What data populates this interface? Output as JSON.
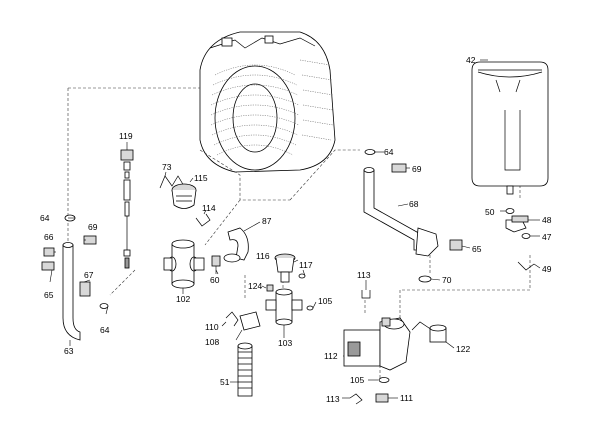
{
  "labels": {
    "l42": "42",
    "l119": "119",
    "l73": "73",
    "l115": "115",
    "l64a": "64",
    "l69a": "69",
    "l64b": "64",
    "l69b": "69",
    "l68": "68",
    "l50": "50",
    "l48": "48",
    "l47": "47",
    "l49": "49",
    "l114": "114",
    "l87": "87",
    "l66": "66",
    "l65a": "65",
    "l67": "67",
    "l65b": "65",
    "l116": "116",
    "l117": "117",
    "l113a": "113",
    "l70": "70",
    "l60": "60",
    "l102": "102",
    "l124": "124",
    "l105a": "105",
    "l64c": "64",
    "l63": "63",
    "l110": "110",
    "l108": "108",
    "l103": "103",
    "l112": "112",
    "l122": "122",
    "l51": "51",
    "l105b": "105",
    "l113b": "113",
    "l111": "111"
  }
}
